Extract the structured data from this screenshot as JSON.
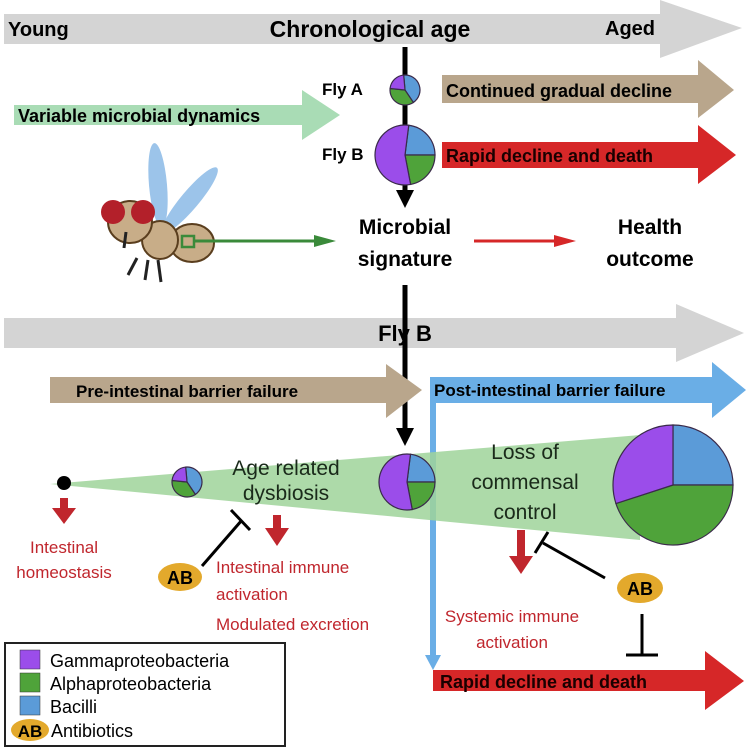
{
  "colors": {
    "gamma": "#9b4dea",
    "alpha": "#4fa33a",
    "bacilli": "#5b9bd8",
    "timeline_gray": "#d4d4d4",
    "tan": "#b9a68c",
    "red": "#d62728",
    "dark_red": "#c0262d",
    "green_band": "#9fd49a",
    "light_green_arrow": "#a9dcb5",
    "blue_arrow": "#6aaee6",
    "ab_badge": "#e3a92c",
    "fly_green": "#3a8a3a"
  },
  "top_timeline": {
    "left_label": "Young",
    "center_label": "Chronological age",
    "right_label": "Aged"
  },
  "variable_dynamics": "Variable microbial dynamics",
  "fly_a": {
    "label": "Fly A",
    "outcome": "Continued gradual decline",
    "pie": {
      "gamma": 0.22,
      "alpha": 0.36,
      "bacilli": 0.42
    }
  },
  "fly_b": {
    "label": "Fly B",
    "outcome": "Rapid decline and death",
    "pie": {
      "gamma": 0.55,
      "alpha": 0.22,
      "bacilli": 0.23
    }
  },
  "microbial_signature": [
    "Microbial",
    "signature"
  ],
  "health_outcome": [
    "Health",
    "outcome"
  ],
  "fly_b_timeline": {
    "label": "Fly B",
    "pre_failure": "Pre-intestinal barrier failure",
    "post_failure": "Post-intestinal barrier failure"
  },
  "stages": {
    "dysbiosis": [
      "Age related",
      "dysbiosis"
    ],
    "loss_control": [
      "Loss of",
      "commensal",
      "control"
    ],
    "homeostasis": [
      "Intestinal",
      "homeostasis"
    ],
    "intestinal_immune": [
      "Intestinal immune",
      "activation",
      "Modulated excretion"
    ],
    "systemic_immune": [
      "Systemic immune",
      "activation"
    ],
    "final_outcome": "Rapid decline and death"
  },
  "pies": {
    "small": {
      "gamma": 0.22,
      "alpha": 0.36,
      "bacilli": 0.42
    },
    "mid": {
      "gamma": 0.55,
      "alpha": 0.22,
      "bacilli": 0.23
    },
    "large": {
      "gamma": 0.3,
      "alpha": 0.45,
      "bacilli": 0.25
    }
  },
  "ab_label": "AB",
  "legend": [
    {
      "key": "gamma",
      "label": "Gammaproteobacteria"
    },
    {
      "key": "alpha",
      "label": "Alphaproteobacteria"
    },
    {
      "key": "bacilli",
      "label": "Bacilli"
    },
    {
      "key": "ab",
      "label": "Antibiotics"
    }
  ]
}
